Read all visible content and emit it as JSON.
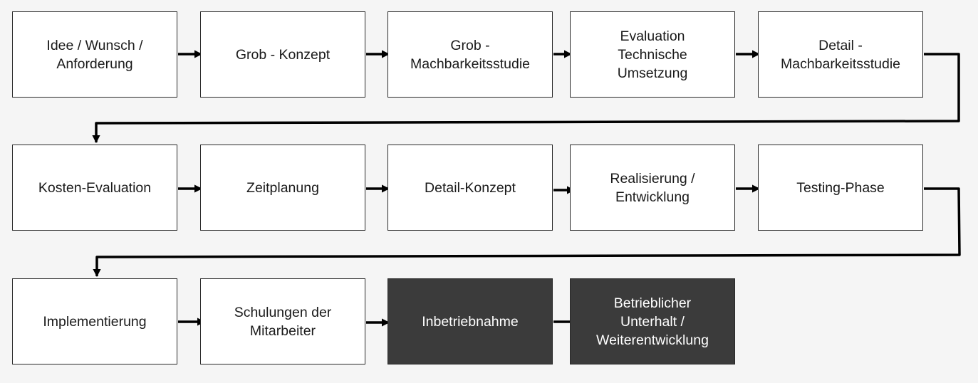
{
  "colors": {
    "background": "#f5f5f5",
    "box_fill": "#ffffff",
    "box_dark_fill": "#3b3b3b",
    "border": "#2a2a2a",
    "arrow": "#000000"
  },
  "steps": [
    {
      "label": "Idee / Wunsch /\nAnforderung",
      "style": "light"
    },
    {
      "label": "Grob -  Konzept",
      "style": "light"
    },
    {
      "label": "Grob -\nMachbarkeitsstudie",
      "style": "light"
    },
    {
      "label": "Evaluation\nTechnische\nUmsetzung",
      "style": "light"
    },
    {
      "label": "Detail -\nMachbarkeitsstudie",
      "style": "light"
    },
    {
      "label": "Kosten-Evaluation",
      "style": "light"
    },
    {
      "label": "Zeitplanung",
      "style": "light"
    },
    {
      "label": "Detail-Konzept",
      "style": "light"
    },
    {
      "label": "Realisierung /\nEntwicklung",
      "style": "light"
    },
    {
      "label": "Testing-Phase",
      "style": "light"
    },
    {
      "label": "Implementierung",
      "style": "light"
    },
    {
      "label": "Schulungen der\nMitarbeiter",
      "style": "light"
    },
    {
      "label": "Inbetriebnahme",
      "style": "dark"
    },
    {
      "label": "Betrieblicher\nUnterhalt /\nWeiterentwicklung",
      "style": "dark"
    }
  ]
}
